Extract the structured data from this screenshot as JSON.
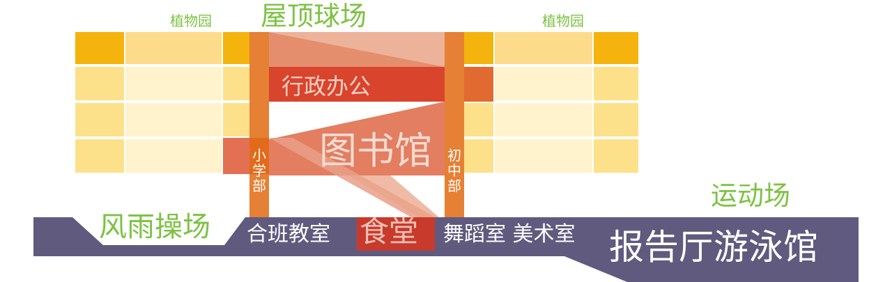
{
  "labels": {
    "garden_left": "植物园",
    "garden_right": "植物园",
    "rooftop_court": "屋顶球场",
    "admin_office": "行政办公",
    "library": "图书馆",
    "primary_school": "小学部",
    "middle_school": "初中部",
    "sports_field": "运动场",
    "rain_playground": "风雨操场",
    "combined_classroom": "合班教室",
    "canteen": "食堂",
    "dance_art_rooms": "舞蹈室 美术室",
    "auditorium_pool": "报告厅游泳馆"
  },
  "colors": {
    "slab_dark": "#5f5a7e",
    "yellow_strong": "#f4b30d",
    "yellow_mid": "#fde08a",
    "yellow_light": "#fef3cc",
    "orange_core": "#e06a10",
    "red_block": "#d9442c",
    "label_green": "#7dc242"
  }
}
